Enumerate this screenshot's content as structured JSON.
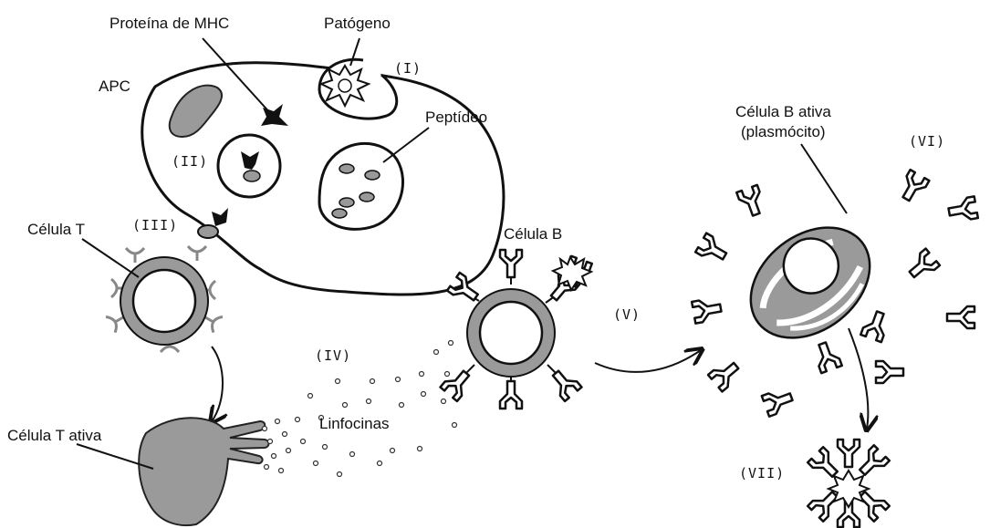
{
  "labels": {
    "mhc": "Proteína de MHC",
    "pathogen": "Patógeno",
    "apc": "APC",
    "peptide": "Peptídeo",
    "t_cell": "Célula T",
    "b_cell": "Célula B",
    "active_b_line1": "Célula B ativa",
    "active_b_line2": "(plasmócito)",
    "active_t": "Célula T ativa",
    "lymphokines": "Linfocinas"
  },
  "steps": {
    "i": "(I)",
    "ii": "(II)",
    "iii": "(III)",
    "iv": "(IV)",
    "v": "(V)",
    "vi": "(VI)",
    "vii": "(VII)"
  }
}
